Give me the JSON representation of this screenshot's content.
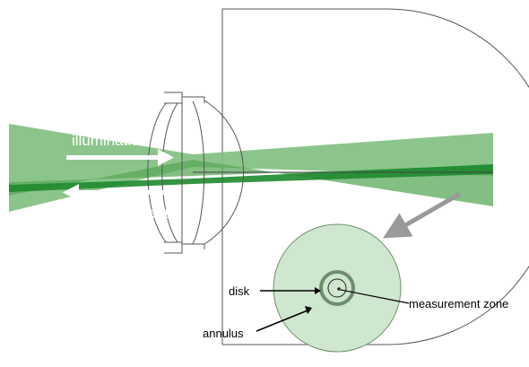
{
  "labels": {
    "illumination": "illumination",
    "measurement": "measurement",
    "disk": "disk",
    "annulus": "annulus",
    "measurement_zone": "measurement zone"
  },
  "colors": {
    "beam_light": "#7fbf7f",
    "beam_dark": "#2f9b3f",
    "beam_core": "#1e8a2e",
    "inset_fill": "#cfe6cf",
    "inset_stroke": "#6e8e6e",
    "outline": "#555555",
    "callout_arrow": "#999999",
    "label_text_on_beam": "#ffffff"
  }
}
